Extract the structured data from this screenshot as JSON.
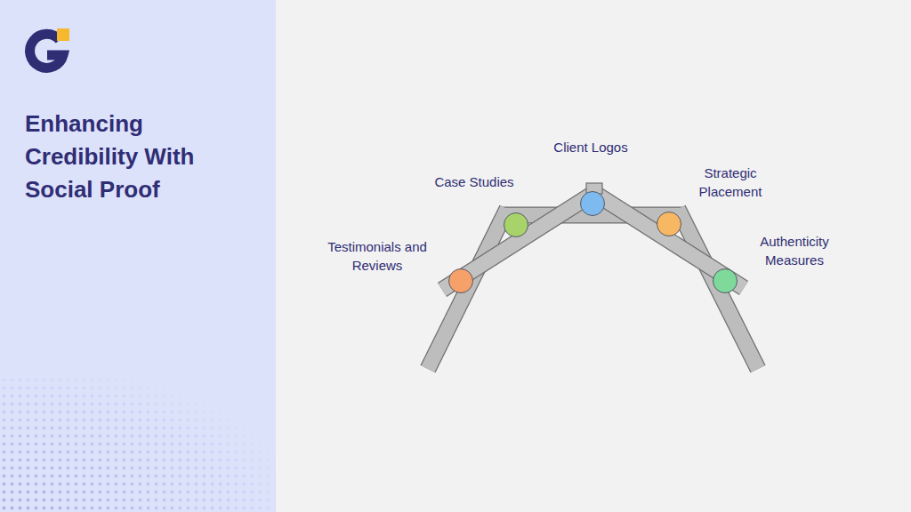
{
  "diagram": {
    "title": "Enhancing Credibility With Social Proof",
    "nodes": [
      {
        "text": [
          "Testimonials and Reviews"
        ]
      },
      {
        "text": [
          "Case Studies"
        ]
      },
      {
        "text": [
          "Client Logos"
        ]
      },
      {
        "text": [
          "Strategic Placement"
        ]
      },
      {
        "text": [
          "Authenticity Measures"
        ]
      }
    ]
  }
}
